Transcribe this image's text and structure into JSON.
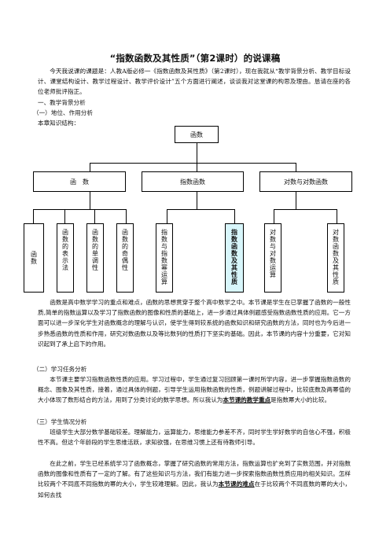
{
  "title": "“指数函数及其性质”（第2课时）的说课稿",
  "intro": "今天我说课的课题是：人教A版必修一《指数函数及其性质》（第2课时），现在我就从“教学背景分析、教学目标设计、课堂结构设计、教学过程设计、教学评价设计”五个方面进行阐述，谈谈我对这堂课的构思及理由。恳请在座的各位老师批评指正。",
  "section1": "一、教学背景分析",
  "sub1": "（一）地位、作用分析",
  "structure_label": "本章知识结构：",
  "diagram": {
    "root": "函数",
    "level2": [
      "函　数",
      "指数函数",
      "对数与对数函数"
    ],
    "leaves": [
      "函数",
      "函数的表示法",
      "函数的单调性",
      "函数的奇偶性",
      "指数与指数幂运算",
      "指数函数及其性质",
      "对数与对数运算",
      "对数函数及其性质"
    ],
    "highlight": "指数函数及其性质"
  },
  "para_position": "函数是高中数学学习的重点和难点，函数的思想贯穿于整个高中数学之中。本节课是学生在已掌握了函数的一般性质,简单的指数运算以及学习了指数函数的图像和性质的基础上，进一步通过具体例题感受指数函数性质的应用。它一方面可以进一步深化学生对函数概念的理解与认识，使学生得到较系统的函数知识和研究函数的方法，同时也为今后进一步熟悉函数的性质和作用，研究对数函数以及等比数列的性质打下坚实的基础。因此，本节课的内容十分重要，它对知识起到了承上启下的作用。",
  "sub2": "（二）学习任务分析",
  "para_task_a": "本节课主要学习指数函数性质的应用。学习过程中，学生通过复习回顾第一课时所学内容，进一步掌握指数函数的概念、图象及其性质，接着，通过具体的例题，引导学生运用指数函数的性质，例题讲解过程中，比较底数及两幂值的大小体现了数形结合的方法，用到了分类讨论的数学思想。所以我认为",
  "para_task_key": "本节课的教学重点",
  "para_task_b": "是指数幂大小的比较。",
  "sub3": "（三）学生情况分析",
  "para_students": "班级学生大部分数学基础较差。理解能力，运算能力，思维能力参差不齐，同时学生学好数学的自信心不强，积极性不高。但这个年龄段的学生思维活跃，求知欲强，在思维习惯上还有待教师引导。",
  "para_diff_a": "在此之前，学生已经系统学习了函数概念，掌握了研究函数的常用方法，指数运算也扩充到了实数范围，并对指数函数的图像和性质有了一定的了解。有了这些知识与方法，我们有能力进一步探索指数函数性质应用的相关知识。怎样比较两个不同底不同指数的幂的大小，学生较难理解。因此，我认为",
  "para_diff_key": "本节课的难点",
  "para_diff_b": "在于比较两个不同底数的幂的大小，如何去找"
}
